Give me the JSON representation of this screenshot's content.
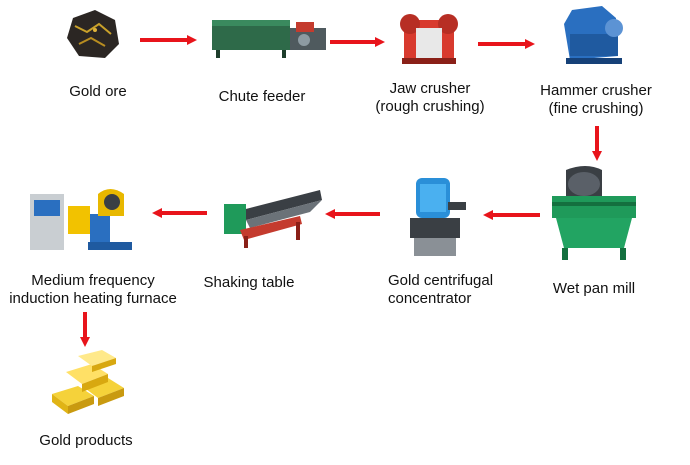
{
  "nodes": {
    "gold_ore": {
      "label": "Gold ore"
    },
    "chute_feeder": {
      "label": "Chute feeder"
    },
    "jaw_crusher": {
      "label": "Jaw crusher",
      "sub": "(rough crushing)"
    },
    "hammer_crusher": {
      "label": "Hammer crusher",
      "sub": "(fine crushing)"
    },
    "wet_pan_mill": {
      "label": "Wet pan mill"
    },
    "gold_centrifugal": {
      "label": "Gold centrifugal",
      "sub": "concentrator"
    },
    "shaking_table": {
      "label": "Shaking table"
    },
    "furnace": {
      "label": "Medium frequency",
      "sub": "induction heating furnace"
    },
    "gold_products": {
      "label": "Gold products"
    }
  },
  "colors": {
    "arrow": "#e8141b",
    "machine_green": "#1f9a5a",
    "jaw_red": "#d83a2e",
    "hammer_blue": "#2a6fc0",
    "gold": "#e8b800"
  }
}
